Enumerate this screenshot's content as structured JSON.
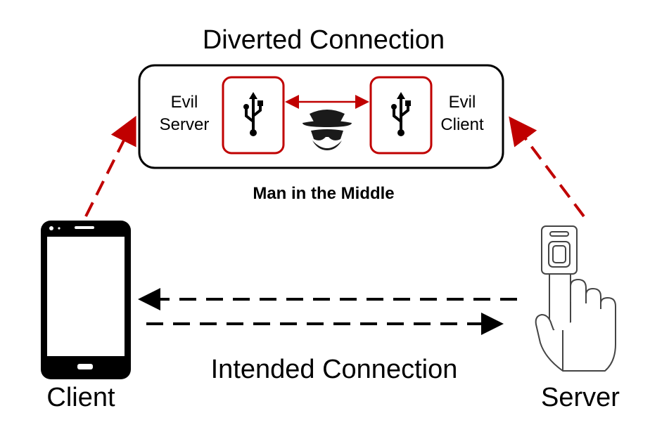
{
  "diagram": {
    "top_title": "Diverted Connection",
    "middle_label": "Man in the Middle",
    "bottom_label": "Intended Connection",
    "client_label": "Client",
    "server_label": "Server",
    "evil_server": [
      "Evil",
      "Server"
    ],
    "evil_client": [
      "Evil",
      "Client"
    ]
  },
  "colors": {
    "diverted_arrow": "#c00000",
    "usb_box_border": "#c00000",
    "intended_arrow": "#000000",
    "outline": "#000000"
  },
  "icons": [
    "smartphone-icon",
    "usb-icon",
    "spy-icon",
    "security-key-icon"
  ]
}
